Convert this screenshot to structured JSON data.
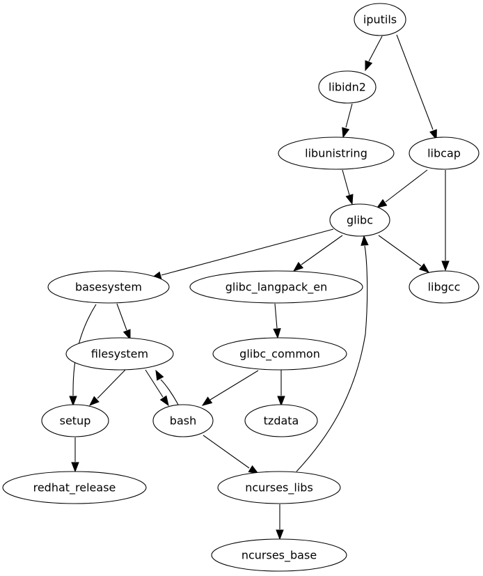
{
  "graph": {
    "type": "directed",
    "nodes": [
      {
        "id": "iputils",
        "label": "iputils"
      },
      {
        "id": "libidn2",
        "label": "libidn2"
      },
      {
        "id": "libunistring",
        "label": "libunistring"
      },
      {
        "id": "libcap",
        "label": "libcap"
      },
      {
        "id": "glibc",
        "label": "glibc"
      },
      {
        "id": "basesystem",
        "label": "basesystem"
      },
      {
        "id": "glibc_langpack_en",
        "label": "glibc_langpack_en"
      },
      {
        "id": "libgcc",
        "label": "libgcc"
      },
      {
        "id": "filesystem",
        "label": "filesystem"
      },
      {
        "id": "glibc_common",
        "label": "glibc_common"
      },
      {
        "id": "setup",
        "label": "setup"
      },
      {
        "id": "bash",
        "label": "bash"
      },
      {
        "id": "tzdata",
        "label": "tzdata"
      },
      {
        "id": "redhat_release",
        "label": "redhat_release"
      },
      {
        "id": "ncurses_libs",
        "label": "ncurses_libs"
      },
      {
        "id": "ncurses_base",
        "label": "ncurses_base"
      }
    ],
    "edges": [
      {
        "from": "iputils",
        "to": "libidn2"
      },
      {
        "from": "iputils",
        "to": "libcap"
      },
      {
        "from": "libidn2",
        "to": "libunistring"
      },
      {
        "from": "libunistring",
        "to": "glibc"
      },
      {
        "from": "libcap",
        "to": "glibc"
      },
      {
        "from": "libcap",
        "to": "libgcc"
      },
      {
        "from": "glibc",
        "to": "basesystem"
      },
      {
        "from": "glibc",
        "to": "glibc_langpack_en"
      },
      {
        "from": "glibc",
        "to": "libgcc"
      },
      {
        "from": "basesystem",
        "to": "filesystem"
      },
      {
        "from": "basesystem",
        "to": "setup"
      },
      {
        "from": "glibc_langpack_en",
        "to": "glibc_common"
      },
      {
        "from": "filesystem",
        "to": "setup"
      },
      {
        "from": "filesystem",
        "to": "bash"
      },
      {
        "from": "bash",
        "to": "filesystem"
      },
      {
        "from": "glibc_common",
        "to": "bash"
      },
      {
        "from": "glibc_common",
        "to": "tzdata"
      },
      {
        "from": "setup",
        "to": "redhat_release"
      },
      {
        "from": "bash",
        "to": "ncurses_libs"
      },
      {
        "from": "ncurses_libs",
        "to": "glibc"
      },
      {
        "from": "ncurses_libs",
        "to": "ncurses_base"
      }
    ]
  }
}
